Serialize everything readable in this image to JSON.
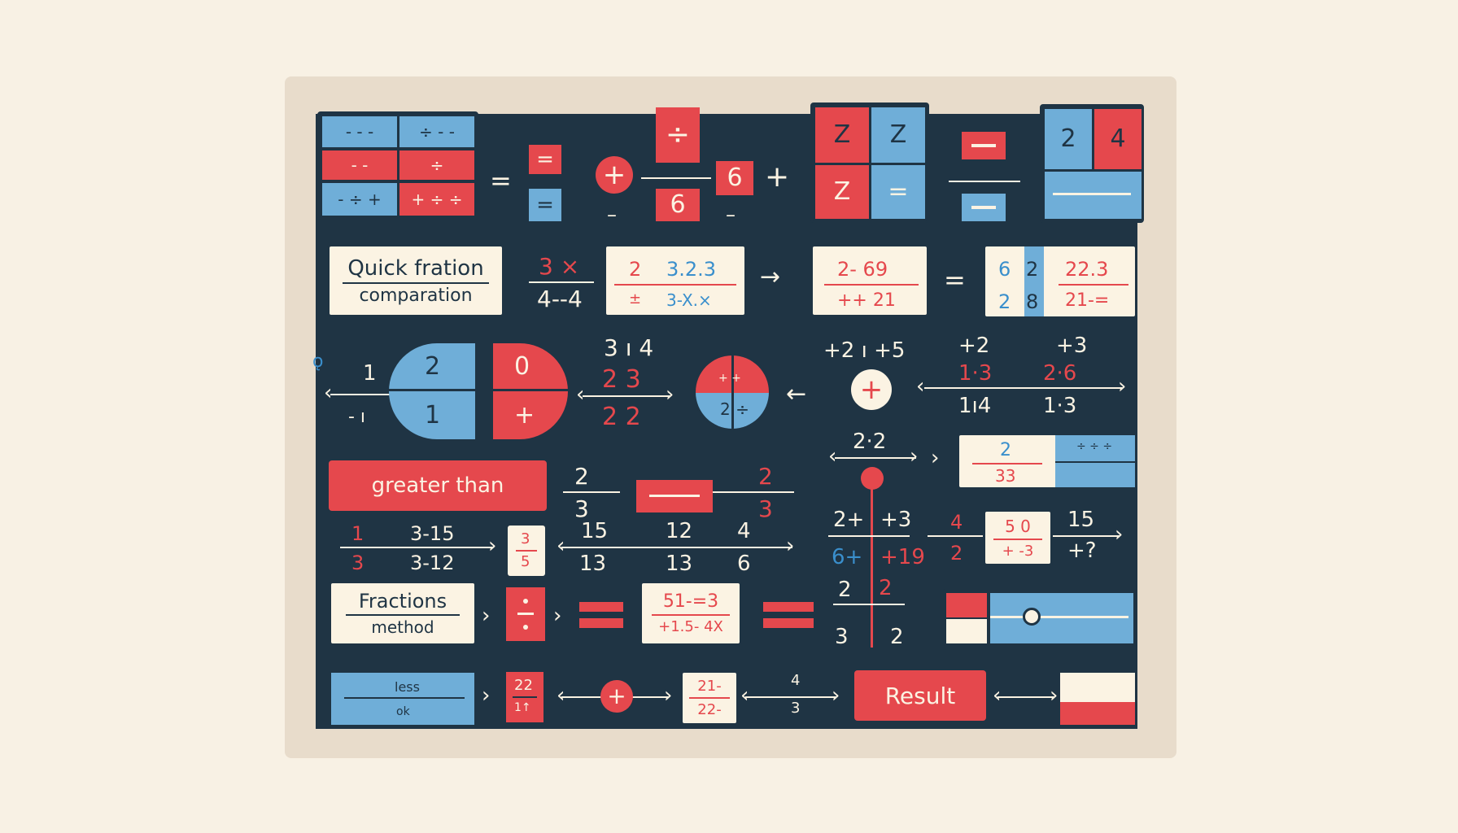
{
  "colors": {
    "red": "#e5484d",
    "blue": "#6faed8",
    "navy": "#1f3444",
    "cream": "#fbf3e3",
    "background": "#f8f1e4"
  },
  "row1": {
    "grid_a": [
      "- - -",
      "÷ - -",
      "- -",
      "÷",
      "- ÷ +",
      "+ ÷ ÷"
    ],
    "eq1": "=",
    "stack_a": [
      "=",
      "="
    ],
    "plus_circle": "+",
    "div_tile": "÷",
    "six_a": "6",
    "six_b": "6",
    "plus_b": "+",
    "minus_a": "–",
    "minus_b": "–",
    "zz": [
      "Z",
      "Z",
      "Z",
      "="
    ],
    "big_24": [
      "2",
      "4"
    ]
  },
  "row2": {
    "quick_label_line1": "Quick fration",
    "quick_label_line2": "comparation",
    "frac_a_top": "3  ×",
    "frac_a_bottom": "4--4",
    "card1_left_top": "2",
    "card1_left_bottom": "±",
    "card1_right_top": "3.2.3",
    "card1_right_bottom": "3-X.×",
    "arrow": "→",
    "card2_top": "2-  69",
    "card2_bottom": "++  21",
    "equals": "=",
    "card3": [
      "6",
      "2",
      "22.3",
      "2",
      "8",
      "21-="
    ]
  },
  "row3": {
    "left_1": "1",
    "left_dash": "- ı",
    "pill_left": [
      "2",
      "1"
    ],
    "pill_right": [
      "0",
      "+"
    ],
    "mid_top": "3 ı 4",
    "mid_a": "2  3",
    "mid_b": "2  2",
    "pie_top": "+ +",
    "pie_bottom": "2 ÷",
    "arrow_left": "←",
    "plus_circle": "+",
    "right_top1": "+2 ı +5",
    "right_n1": "+2",
    "right_n2": "+3",
    "right_f1_top": "1·3",
    "right_f1_bottom": "1ı4",
    "right_f2_top": "2·6",
    "right_f2_bottom": "1·3",
    "q_mark": "ǫ"
  },
  "row4": {
    "greater_than_label": "greater than",
    "frac_l_top": "2",
    "frac_l_bottom": "3",
    "frac_r_top": "2",
    "frac_r_bottom": "3",
    "axis_label": "2·2",
    "card_frac_top": "2",
    "card_frac_bottom": "33",
    "card_dots": "÷ ÷ ÷"
  },
  "row5": {
    "f1_top": "1",
    "f1_bottom": "3",
    "f2_top": "3-15",
    "f2_bottom": "3-12",
    "mini_top": "3",
    "mini_bottom": "5",
    "f3_top": "15",
    "f3_bottom": "13",
    "f4_top": "12",
    "f4_bottom": "13",
    "f5_top": "4",
    "f5_bottom": "6",
    "axis_a_top": "2+",
    "axis_a_top2": "+3",
    "axis_a_bot": "6+",
    "axis_a_bot2": "+19",
    "f6_top": "4",
    "f6_bottom": "2",
    "card_top": "5  0",
    "card_bottom": "+ -3",
    "f7_top": "15",
    "f7_bottom": "+?"
  },
  "row6": {
    "fractions_label_line1": "Fractions",
    "fractions_label_line2": "method",
    "card_top": "51-=3",
    "card_bottom": "+1.5- 4X",
    "axis_top": "2",
    "axis_top2": "2",
    "axis_bottom": "3",
    "axis_bottom2": "2"
  },
  "row7": {
    "less_label_top": "less",
    "less_label_bottom": "ok",
    "tile_top": "22",
    "tile_bottom": "1↑",
    "plus_circle": "+",
    "card_top": "21-",
    "card_bottom": "22-",
    "frac_top": "4",
    "frac_bottom": "3",
    "result_label": "Result"
  }
}
